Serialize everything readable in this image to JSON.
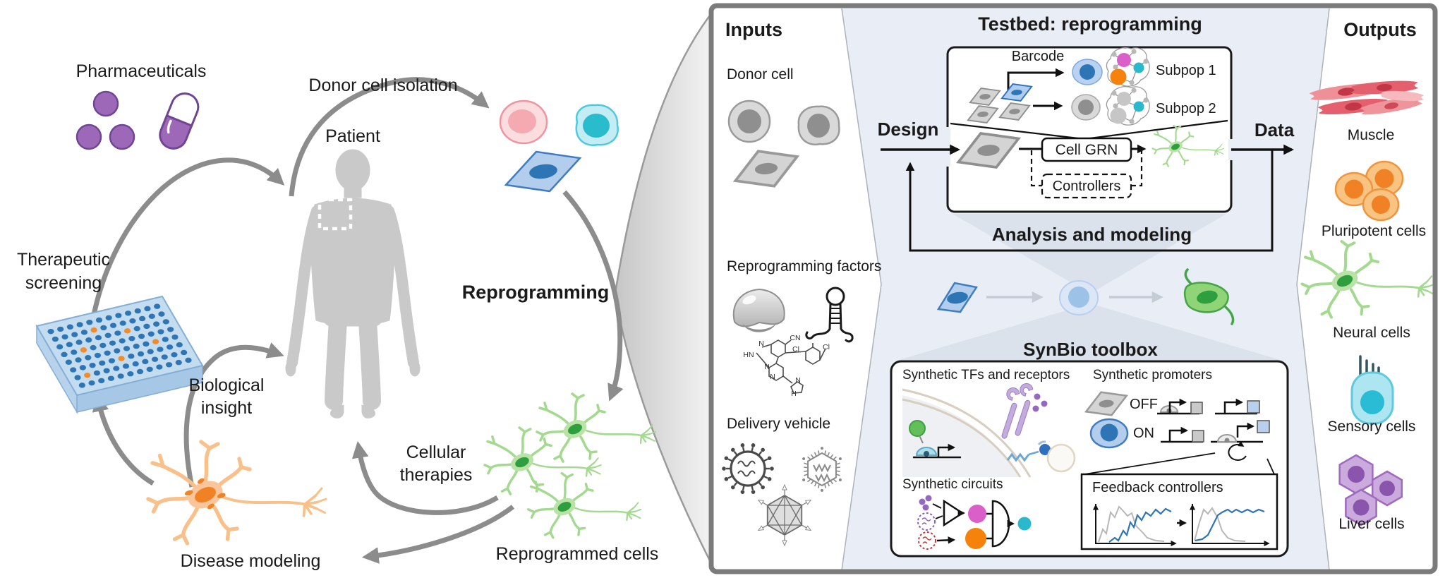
{
  "left_diagram": {
    "pharmaceuticals": "Pharmaceuticals",
    "donor_cell_isolation": "Donor cell isolation",
    "patient": "Patient",
    "therapeutic_screening": [
      "Therapeutic",
      "screening"
    ],
    "biological_insight": [
      "Biological",
      "insight"
    ],
    "disease_modeling": "Disease modeling",
    "cellular_therapies": [
      "Cellular",
      "therapies"
    ],
    "reprogramming": "Reprogramming",
    "reprogrammed_cells": "Reprogrammed cells"
  },
  "panel": {
    "inputs": {
      "title": "Inputs",
      "donor_cell": "Donor cell",
      "reprogramming_factors": "Reprogramming factors",
      "delivery_vehicle": "Delivery vehicle",
      "molecule_labels": {
        "cn": "CN",
        "n1": "N",
        "hn": "HN",
        "cl1": "Cl",
        "cl2": "Cl",
        "n2": "N",
        "n3": "N",
        "n4": "N",
        "h1": "H"
      }
    },
    "testbed": {
      "title": "Testbed: reprogramming",
      "barcode": "Barcode",
      "subpop1": "Subpop 1",
      "subpop2": "Subpop 2",
      "cell_grn": "Cell GRN",
      "controllers": "Controllers",
      "design": "Design",
      "data": "Data",
      "analysis": "Analysis and modeling"
    },
    "synbio": {
      "title": "SynBio toolbox",
      "tfs_receptors": "Synthetic TFs and receptors",
      "promoters": "Synthetic promoters",
      "off": "OFF",
      "on": "ON",
      "circuits": "Synthetic circuits",
      "feedback": "Feedback controllers"
    },
    "outputs": {
      "title": "Outputs",
      "muscle": "Muscle",
      "pluripotent": "Pluripotent cells",
      "neural": "Neural cells",
      "sensory": "Sensory cells",
      "liver": "Liver cells"
    }
  },
  "colors": {
    "purple_pill": "#9d68b8",
    "arrow_gray": "#8c8c8c",
    "patient_gray": "#c9c9c9",
    "plate_blue": "#c4dcf0",
    "well_blue": "#2e75b6",
    "well_orange": "#f08c2a",
    "neuron_orange": "#f9c08a",
    "neuron_green": "#a4da90",
    "nucleus_green": "#2f9e3f",
    "panel_border": "#7b7b7b",
    "panel_middle_bg": "#e9edf5",
    "pink_node": "#da5fc8",
    "cyan_node": "#29b8cc",
    "orange_node": "#f5820b",
    "blue_cell": "#2e75b6",
    "muscle_red": "#e4606e",
    "pluripotent_orange": "#f08125",
    "sensory_cyan": "#29bcd4",
    "liver_purple": "#9e6bbf",
    "trace_blue": "#2e75b6",
    "trace_gray": "#b8b8b8"
  }
}
